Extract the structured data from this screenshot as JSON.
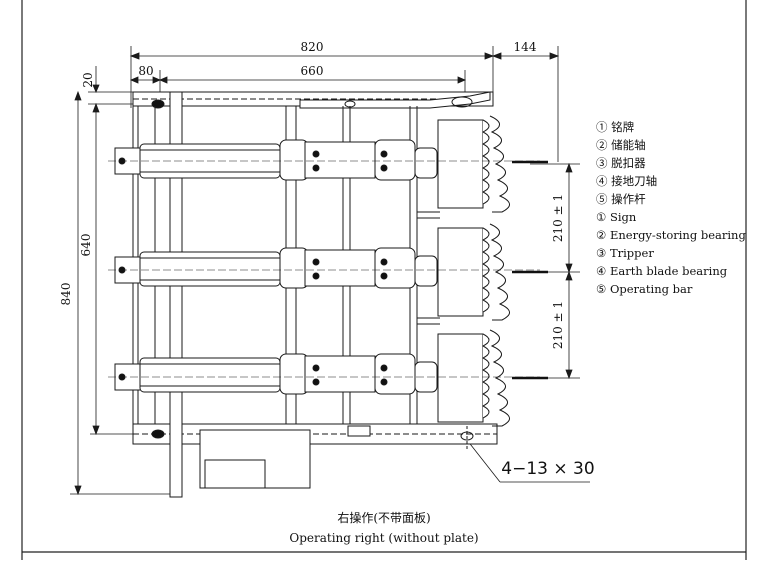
{
  "dimensions": {
    "top_overall": "820",
    "top_right": "144",
    "top_left_small": "80",
    "top_middle": "660",
    "left_small": "20",
    "left_height_total": "840",
    "left_height_inner": "640",
    "phase_spacing_upper": "210 ± 1",
    "phase_spacing_lower": "210 ± 1",
    "mounting_holes": "4−13 × 30"
  },
  "legend": {
    "items": [
      "① 铭牌",
      "② 储能轴",
      "③ 脱扣器",
      "④ 接地刀轴",
      "⑤ 操作杆",
      "① Sign",
      "② Energy-storing bearing",
      "③ Tripper",
      "④ Earth blade bearing",
      "⑤ Operating bar"
    ]
  },
  "caption": {
    "chinese": "右操作(不带面板)",
    "english": "Operating right (without plate)"
  },
  "colors": {
    "line": "#1a1a1a",
    "background": "#ffffff"
  }
}
